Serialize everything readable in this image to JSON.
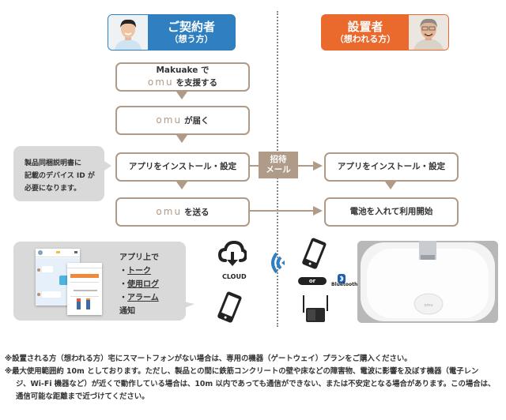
{
  "roles": {
    "contractor": {
      "title": "ご契約者",
      "subtitle": "（想う方）",
      "color": "#2f7fc1"
    },
    "installer": {
      "title": "設置者",
      "subtitle": "（想われる方）",
      "color": "#ea6a2e"
    }
  },
  "flow": {
    "step1": {
      "line1": "Makuake で",
      "brand": "omu",
      "line2": "を支援する"
    },
    "step2": {
      "brand": "omu",
      "text": "が届く"
    },
    "step3": {
      "text": "アプリをインストール・設定"
    },
    "step4": {
      "brand": "omu",
      "text": "を送る"
    },
    "invite": {
      "line1": "招待",
      "line2": "メール"
    },
    "installer_step1": {
      "text": "アプリをインストール・設定"
    },
    "installer_step2": {
      "text": "電池を入れて利用開始"
    }
  },
  "callouts": {
    "device_id": {
      "line1": "製品同梱説明書に",
      "line2": "記載のデバイス ID が",
      "line3": "必要になります。"
    },
    "app": {
      "intro": "アプリ上で",
      "items": [
        "トーク",
        "使用ログ",
        "アラーム"
      ],
      "bullet": "・",
      "outro": "通知"
    }
  },
  "icons": {
    "cloud_label": "CLOUD",
    "or_label": "or",
    "bluetooth_label": "Bluetooth",
    "device_brand": "omu"
  },
  "footnotes": [
    "※設置される方（想われる方）宅にスマートフォンがない場合は、専用の機器（ゲートウェイ）プランをご購入ください。",
    "※最大使用範囲約 10m としております。ただし、製品との間に鉄筋コンクリートの壁や床などの障害物、電波に影響を及ぼす機器（電子レン",
    "ジ、Wi-Fi 機器など）が近くで動作している場合は、10m 以内であっても通信ができない、または不安定となる場合があります。この場合は、",
    "通信可能な距離まで近づけてください。"
  ],
  "colors": {
    "flow_border": "#b09a88",
    "callout_bg": "#d9d9d9",
    "wifi": "#2f7fc1"
  }
}
